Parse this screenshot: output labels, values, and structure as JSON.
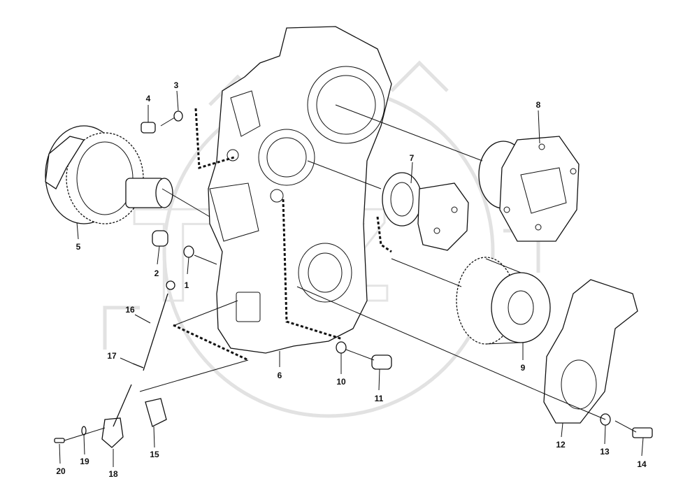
{
  "diagram": {
    "watermark": {
      "text": "TKZ",
      "color": "#e2e2e2"
    },
    "line_color": "#111111",
    "callouts": [
      {
        "id": "1",
        "label": "1"
      },
      {
        "id": "2",
        "label": "2"
      },
      {
        "id": "3",
        "label": "3"
      },
      {
        "id": "4",
        "label": "4"
      },
      {
        "id": "5",
        "label": "5"
      },
      {
        "id": "6",
        "label": "6"
      },
      {
        "id": "7",
        "label": "7"
      },
      {
        "id": "8",
        "label": "8"
      },
      {
        "id": "9",
        "label": "9"
      },
      {
        "id": "10",
        "label": "10"
      },
      {
        "id": "11",
        "label": "11"
      },
      {
        "id": "12",
        "label": "12"
      },
      {
        "id": "13",
        "label": "13"
      },
      {
        "id": "14",
        "label": "14"
      },
      {
        "id": "15",
        "label": "15"
      },
      {
        "id": "16",
        "label": "16"
      },
      {
        "id": "17",
        "label": "17"
      },
      {
        "id": "18",
        "label": "18"
      },
      {
        "id": "19",
        "label": "19"
      },
      {
        "id": "20",
        "label": "20"
      }
    ]
  }
}
